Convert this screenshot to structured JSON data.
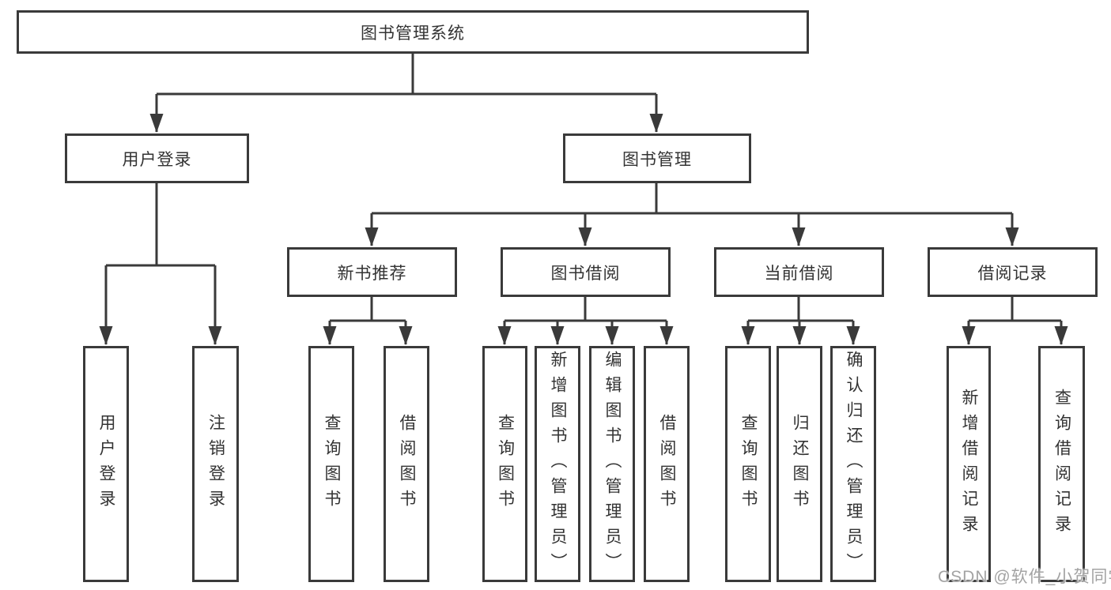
{
  "nodes": {
    "root": "图书管理系统",
    "user_login": "用户登录",
    "book_management": "图书管理",
    "new_book_recommend": "新书推荐",
    "book_borrowing": "图书借阅",
    "current_borrowing": "当前借阅",
    "borrowing_records": "借阅记录",
    "user_login_leaf": "用户登录",
    "logout": "注销登录",
    "query_books_recommend": "查询图书",
    "borrow_books_recommend": "借阅图书",
    "query_books_borrowing": "查询图书",
    "add_books_admin": "新增图书（管理员）",
    "edit_books_admin": "编辑图书（管理员）",
    "borrow_books_borrowing": "借阅图书",
    "query_books_current": "查询图书",
    "return_books": "归还图书",
    "confirm_return_admin": "确认归还（管理员）",
    "add_borrow_record": "新增借阅记录",
    "query_borrow_record": "查询借阅记录"
  },
  "edges": [
    {
      "from": "root",
      "to": "user_login"
    },
    {
      "from": "root",
      "to": "book_management"
    },
    {
      "from": "user_login",
      "to": "user_login_leaf"
    },
    {
      "from": "user_login",
      "to": "logout"
    },
    {
      "from": "book_management",
      "to": "new_book_recommend"
    },
    {
      "from": "book_management",
      "to": "book_borrowing"
    },
    {
      "from": "book_management",
      "to": "current_borrowing"
    },
    {
      "from": "book_management",
      "to": "borrowing_records"
    },
    {
      "from": "new_book_recommend",
      "to": "query_books_recommend"
    },
    {
      "from": "new_book_recommend",
      "to": "borrow_books_recommend"
    },
    {
      "from": "book_borrowing",
      "to": "query_books_borrowing"
    },
    {
      "from": "book_borrowing",
      "to": "add_books_admin"
    },
    {
      "from": "book_borrowing",
      "to": "edit_books_admin"
    },
    {
      "from": "book_borrowing",
      "to": "borrow_books_borrowing"
    },
    {
      "from": "current_borrowing",
      "to": "query_books_current"
    },
    {
      "from": "current_borrowing",
      "to": "return_books"
    },
    {
      "from": "current_borrowing",
      "to": "confirm_return_admin"
    },
    {
      "from": "borrowing_records",
      "to": "add_borrow_record"
    },
    {
      "from": "borrowing_records",
      "to": "query_borrow_record"
    }
  ],
  "watermark": "CSDN @软件_小贺同学",
  "colors": {
    "line": "#3a3a3a",
    "box_border": "#3a3a3a",
    "text": "#333333",
    "watermark": "#a3a3a3",
    "background": "#ffffff"
  }
}
